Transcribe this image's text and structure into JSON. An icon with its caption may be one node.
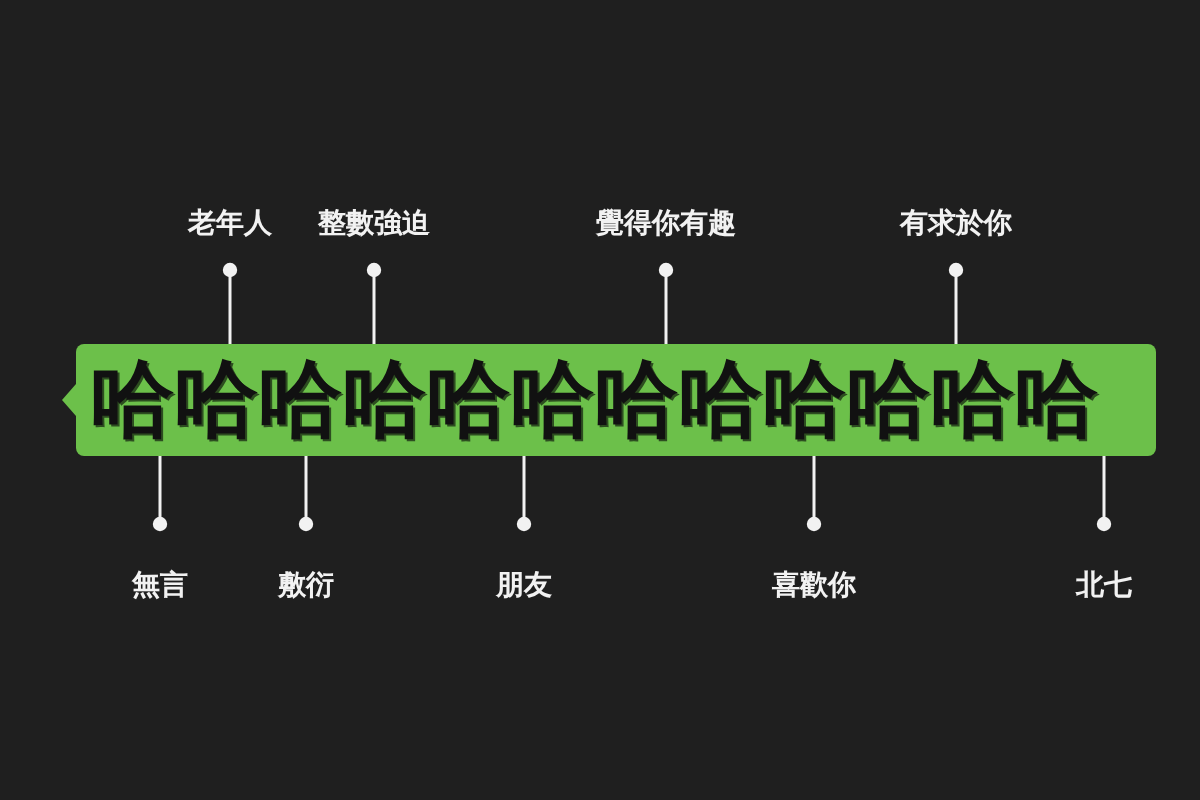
{
  "diagram": {
    "nodes": [
      {
        "text": [
          "老年人"
        ]
      },
      {
        "text": [
          "整數強迫"
        ]
      },
      {
        "text": [
          "覺得你有趣"
        ]
      },
      {
        "text": [
          "有求於你"
        ]
      },
      {
        "text": [
          "哈哈哈哈哈哈哈哈哈哈哈哈"
        ]
      },
      {
        "text": [
          "無言"
        ]
      },
      {
        "text": [
          "敷衍"
        ]
      },
      {
        "text": [
          "朋友"
        ]
      },
      {
        "text": [
          "喜歡你"
        ]
      },
      {
        "text": [
          "北七"
        ]
      }
    ],
    "edges": [
      {
        "from": 0,
        "to": 4,
        "arrow": "other"
      },
      {
        "from": 1,
        "to": 4,
        "arrow": "other"
      },
      {
        "from": 2,
        "to": 4,
        "arrow": "other"
      },
      {
        "from": 3,
        "to": 4,
        "arrow": "other"
      },
      {
        "from": 5,
        "to": 4,
        "arrow": "other"
      },
      {
        "from": 6,
        "to": 4,
        "arrow": "other"
      },
      {
        "from": 7,
        "to": 4,
        "arrow": "other"
      },
      {
        "from": 8,
        "to": 4,
        "arrow": "other"
      },
      {
        "from": 9,
        "to": 4,
        "arrow": "other"
      }
    ]
  }
}
